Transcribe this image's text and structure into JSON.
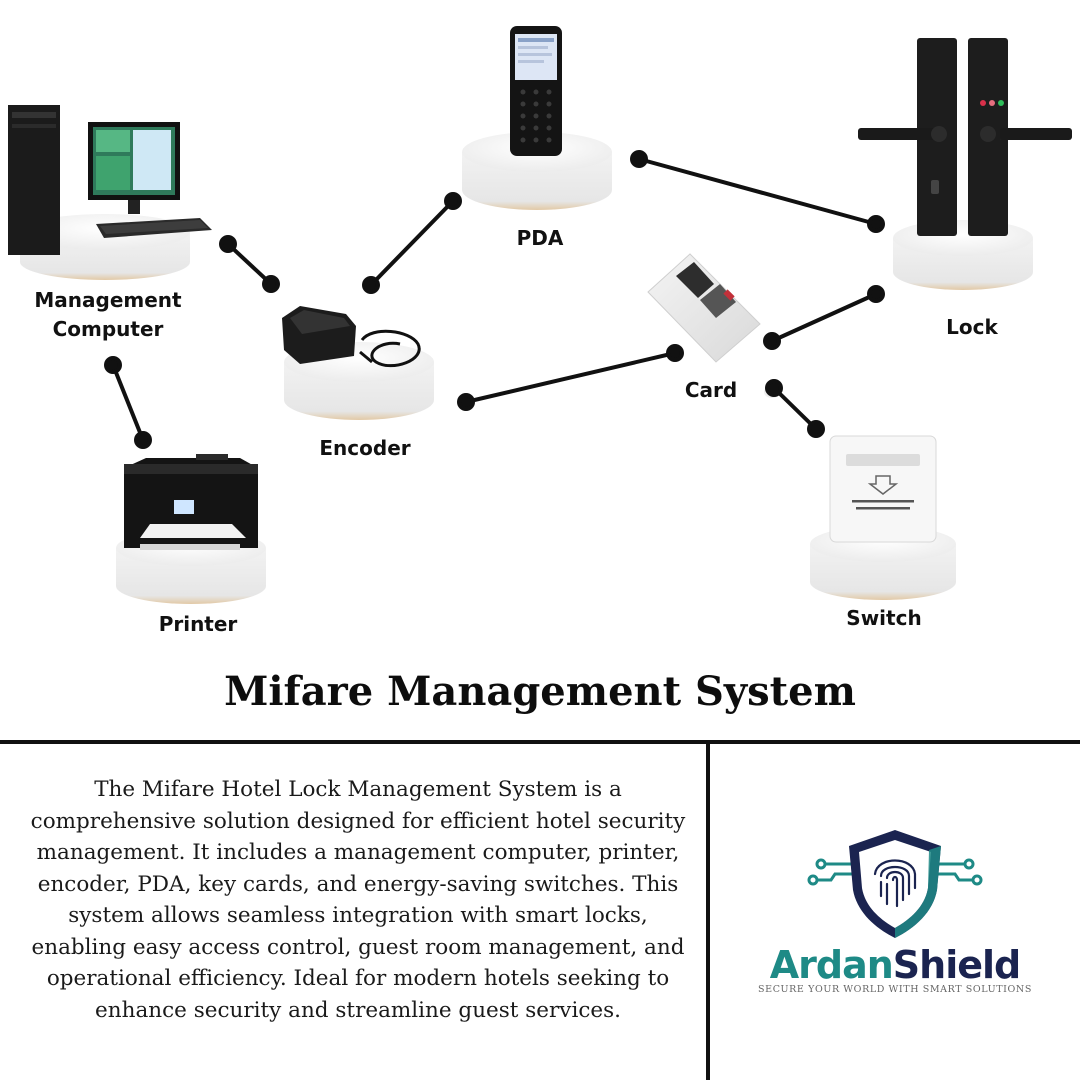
{
  "diagram": {
    "nodes": [
      {
        "id": "management-computer",
        "label_lines": [
          "Management",
          "Computer"
        ]
      },
      {
        "id": "printer",
        "label_lines": [
          "Printer"
        ]
      },
      {
        "id": "encoder",
        "label_lines": [
          "Encoder"
        ]
      },
      {
        "id": "pda",
        "label_lines": [
          "PDA"
        ]
      },
      {
        "id": "card",
        "label_lines": [
          "Card"
        ]
      },
      {
        "id": "lock",
        "label_lines": [
          "Lock"
        ]
      },
      {
        "id": "switch",
        "label_lines": [
          "Switch"
        ]
      }
    ],
    "edges": [
      {
        "from": "management-computer",
        "to": "printer"
      },
      {
        "from": "management-computer",
        "to": "encoder"
      },
      {
        "from": "encoder",
        "to": "pda"
      },
      {
        "from": "encoder",
        "to": "card"
      },
      {
        "from": "pda",
        "to": "lock"
      },
      {
        "from": "card",
        "to": "lock"
      },
      {
        "from": "card",
        "to": "switch"
      }
    ]
  },
  "title": "Mifare Management System",
  "description": "The Mifare Hotel Lock Management System is a comprehensive solution designed for efficient hotel security management. It includes a management computer, printer, encoder, PDA, key cards, and energy-saving switches. This system allows seamless integration with smart locks, enabling easy access control, guest room management, and operational efficiency. Ideal for modern hotels seeking to enhance security and streamline guest services.",
  "brand": {
    "name_part1": "Ardan",
    "name_part2": "Shield",
    "tagline": "SECURE YOUR WORLD WITH SMART SOLUTIONS",
    "colors": {
      "teal": "#1e8a86",
      "navy": "#1b2450"
    },
    "logo_icon": "fingerprint-shield-icon"
  }
}
